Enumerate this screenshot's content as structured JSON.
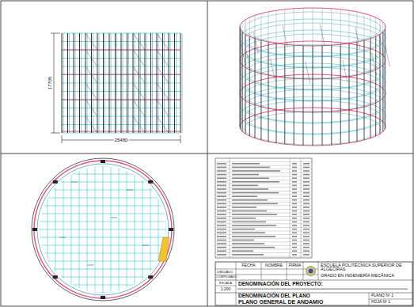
{
  "diagram": {
    "labels": [
      "17705",
      "25480",
      "FECHA",
      "NOMBRE",
      "FIRMA",
      "DIBUJADO",
      "COMPROBADO",
      "ESCALA",
      "1:200",
      "DENOMINACIÓN DEL PROYECTO:",
      "DENOMINACIÓN DEL PLANO",
      "PLANO GENERAL DE ANDAMIO",
      "ESCUELA POLITÉCNICA SUPERIOR DE ALGECIRAS",
      "GRADO EN INGENIERÍA MECÁNICA",
      "PLANO Nº 1",
      "HOJA Nº 1"
    ]
  }
}
